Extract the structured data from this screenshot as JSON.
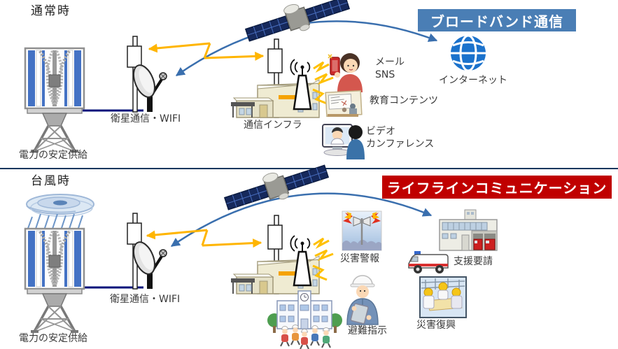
{
  "colors": {
    "background": "#FFFFFF",
    "banner_blue": "#4A7EB5",
    "banner_red": "#C00000",
    "arrow_orange": "#FFB500",
    "arrow_blue": "#3A6FAE",
    "divider_navy": "#17365D",
    "globe_blue": "#1B72CC",
    "turbine_blue": "#4472C4",
    "cable_navy": "#00127A"
  },
  "top": {
    "title": "通常時",
    "banner": "ブロードバンド通信",
    "power_label": "電力の安定供給",
    "satcom_label": "衛星通信・WIFI",
    "infra_label": "通信インフラ",
    "internet_label": "インターネット",
    "mail_line1": "メール",
    "mail_line2": "SNS",
    "education_label": "教育コンテンツ",
    "video_line1": "ビデオ",
    "video_line2": "カンファレンス"
  },
  "bottom": {
    "title": "台風時",
    "banner": "ライフラインコミュニケーション",
    "power_label": "電力の安定供給",
    "satcom_label": "衛星通信・WIFI",
    "alert_label": "災害警報",
    "support_label": "支援要請",
    "evacuation_label": "避難指示",
    "recovery_label": "災害復興"
  },
  "icons": {
    "satellite": "satellite-icon",
    "wind_turbine_tower": "wind-turbine-tower-icon",
    "satellite_dish": "satellite-dish-icon",
    "office_building_antenna": "office-building-antenna-icon",
    "wifi_transmitter": "wifi-transmitter-icon",
    "internet_globe": "internet-globe-icon",
    "woman_with_phone": "woman-with-phone-icon",
    "classroom": "classroom-icon",
    "video_conference": "video-conference-icon",
    "typhoon_spiral": "typhoon-spiral-icon",
    "disaster_siren": "disaster-siren-icon",
    "fire_station": "fire-station-icon",
    "ambulance": "ambulance-icon",
    "recovery_workers": "recovery-workers-icon",
    "school_evacuation": "school-evacuation-icon",
    "worker_with_tablet": "worker-with-tablet-icon"
  }
}
